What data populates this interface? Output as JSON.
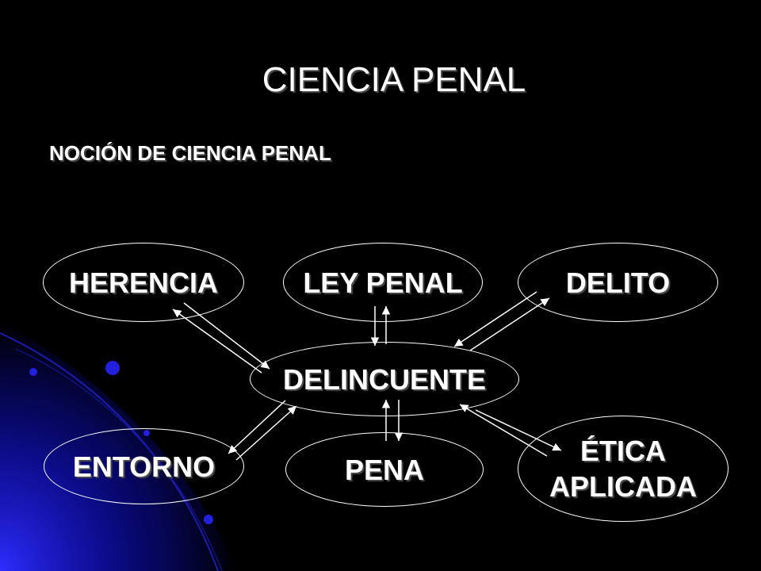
{
  "slide": {
    "title": "CIENCIA PENAL",
    "subtitle": "NOCIÓN DE CIENCIA PENAL"
  },
  "diagram": {
    "nodes": {
      "herencia": "HERENCIA",
      "ley_penal": "LEY PENAL",
      "delito": "DELITO",
      "delincuente": "DELINCUENTE",
      "entorno": "ENTORNO",
      "pena": "PENA",
      "etica_line1": "ÉTICA",
      "etica_line2": "APLICADA"
    }
  },
  "colors": {
    "background": "#000000",
    "text": "#ffffff",
    "accent": "#1a1aff"
  }
}
